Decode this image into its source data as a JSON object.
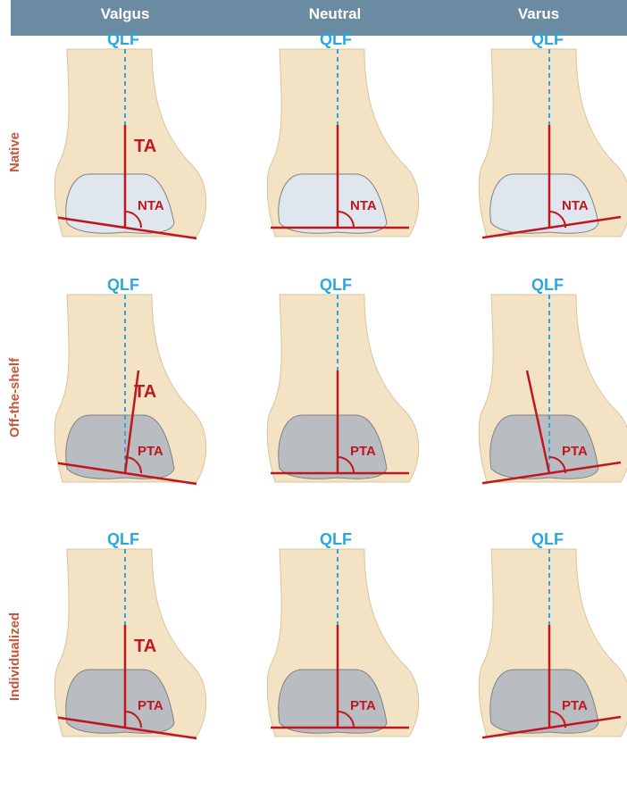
{
  "columns": [
    {
      "title": "Valgus"
    },
    {
      "title": "Neutral"
    },
    {
      "title": "Varus"
    }
  ],
  "rows": [
    {
      "title": "Native"
    },
    {
      "title": "Off-the-shelf"
    },
    {
      "title": "Individualized"
    }
  ],
  "labels": {
    "qlf": "QLF",
    "ta": "TA",
    "nta": "NTA",
    "pta": "PTA"
  },
  "colors": {
    "header_bg": "#6b8ba3",
    "row_label": "#c8553d",
    "qlf_line": "#2ba7df",
    "ta_line": "#c0161d",
    "bone": "#f3e3c4",
    "cartilage": "#dfe6ee",
    "implant": "#b9bcc1"
  },
  "panels": [
    {
      "column": "Valgus",
      "row": "Native",
      "surface": "cartilage",
      "ta_tilt": 0,
      "joint_tilt": 0.15,
      "show_ta": true,
      "angle_label": "nta"
    },
    {
      "column": "Neutral",
      "row": "Native",
      "surface": "cartilage",
      "ta_tilt": 0,
      "joint_tilt": 0,
      "show_ta": false,
      "angle_label": "nta"
    },
    {
      "column": "Varus",
      "row": "Native",
      "surface": "cartilage",
      "ta_tilt": 0,
      "joint_tilt": -0.15,
      "show_ta": false,
      "angle_label": "nta"
    },
    {
      "column": "Valgus",
      "row": "Off-the-shelf",
      "surface": "implant",
      "ta_tilt": 0.15,
      "joint_tilt": 0.15,
      "show_ta": true,
      "angle_label": "pta"
    },
    {
      "column": "Neutral",
      "row": "Off-the-shelf",
      "surface": "implant",
      "ta_tilt": 0,
      "joint_tilt": 0,
      "show_ta": false,
      "angle_label": "pta"
    },
    {
      "column": "Varus",
      "row": "Off-the-shelf",
      "surface": "implant",
      "ta_tilt": -0.25,
      "joint_tilt": -0.15,
      "show_ta": false,
      "angle_label": "pta"
    },
    {
      "column": "Valgus",
      "row": "Individualized",
      "surface": "implant",
      "ta_tilt": 0,
      "joint_tilt": 0.15,
      "show_ta": true,
      "angle_label": "pta"
    },
    {
      "column": "Neutral",
      "row": "Individualized",
      "surface": "implant",
      "ta_tilt": 0,
      "joint_tilt": 0,
      "show_ta": false,
      "angle_label": "pta"
    },
    {
      "column": "Varus",
      "row": "Individualized",
      "surface": "implant",
      "ta_tilt": 0,
      "joint_tilt": -0.15,
      "show_ta": false,
      "angle_label": "pta"
    }
  ]
}
